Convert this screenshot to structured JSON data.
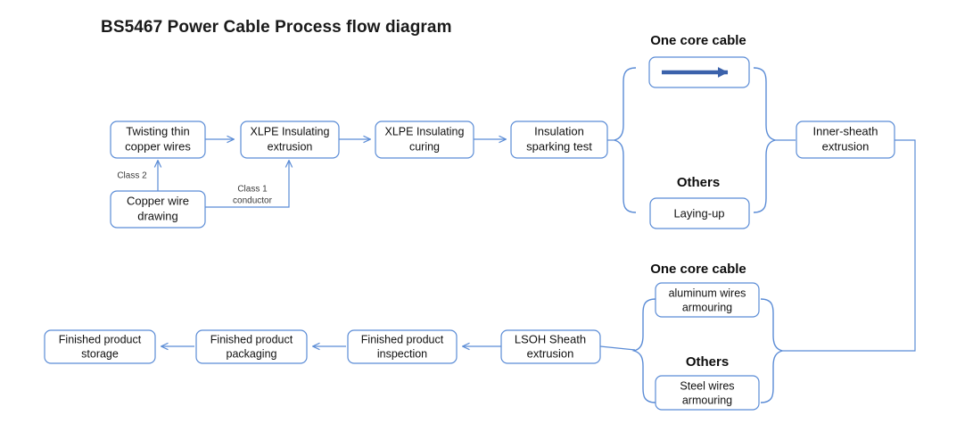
{
  "diagram": {
    "title": "BS5467 Power Cable Process flow diagram",
    "accent_color": "#5b8cd6",
    "arrow_color": "#3b62ab",
    "text_color": "#111111",
    "background_color": "#ffffff",
    "nodes": {
      "twisting": "Twisting thin\ncopper wires",
      "twisting_line1": "Twisting thin",
      "twisting_line2": "copper wires",
      "copper_drawing_line1": "Copper wire",
      "copper_drawing_line2": "drawing",
      "xlpe_extrusion_line1": "XLPE Insulating",
      "xlpe_extrusion_line2": "extrusion",
      "xlpe_curing_line1": "XLPE Insulating",
      "xlpe_curing_line2": "curing",
      "sparking_line1": "Insulation",
      "sparking_line2": "sparking test",
      "onecore_passthrough": "",
      "laying_up": "Laying-up",
      "inner_sheath_line1": "Inner-sheath",
      "inner_sheath_line2": "extrusion",
      "aluminum_line1": "aluminum wires",
      "aluminum_line2": "armouring",
      "steel_line1": "Steel wires",
      "steel_line2": "armouring",
      "lsoh_line1": "LSOH Sheath",
      "lsoh_line2": "extrusion",
      "inspection_line1": "Finished product",
      "inspection_line2": "inspection",
      "packaging_line1": "Finished product",
      "packaging_line2": "packaging",
      "storage_line1": "Finished product",
      "storage_line2": "storage"
    },
    "group_labels": {
      "top_one_core": "One core cable",
      "top_others": "Others",
      "bottom_one_core": "One core cable",
      "bottom_others": "Others"
    },
    "edge_labels": {
      "class2": "Class 2",
      "class1_line1": "Class 1",
      "class1_line2": "conductor"
    }
  }
}
